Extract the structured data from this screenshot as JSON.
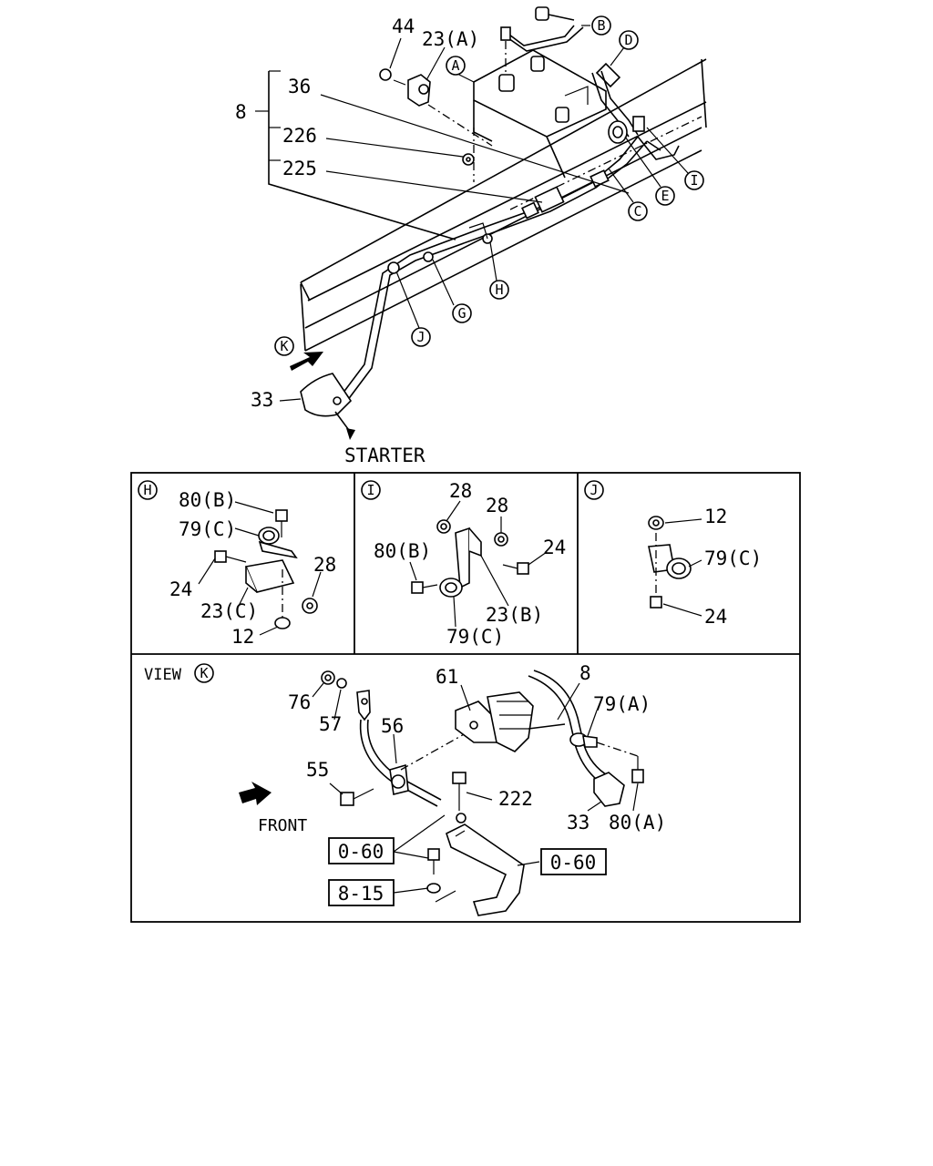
{
  "main": {
    "group_label": "8",
    "callouts": [
      "44",
      "23(A)",
      "36",
      "226",
      "225",
      "33"
    ],
    "circle_refs": [
      "A",
      "B",
      "C",
      "D",
      "E",
      "G",
      "H",
      "I",
      "J",
      "K"
    ],
    "starter_label": "STARTER"
  },
  "panel_h": {
    "tag": "H",
    "callouts": [
      "80(B)",
      "79(C)",
      "24",
      "23(C)",
      "28",
      "12"
    ]
  },
  "panel_i": {
    "tag": "I",
    "callouts": [
      "28",
      "28",
      "80(B)",
      "24",
      "23(B)",
      "79(C)"
    ]
  },
  "panel_j": {
    "tag": "J",
    "callouts": [
      "12",
      "79(C)",
      "24"
    ]
  },
  "view_k": {
    "view_label": "VIEW",
    "tag": "K",
    "callouts": [
      "76",
      "57",
      "61",
      "8",
      "79(A)",
      "56",
      "55",
      "222",
      "33",
      "80(A)"
    ],
    "front_label": "FRONT",
    "ref_boxes": [
      "0-60",
      "0-60",
      "8-15"
    ]
  }
}
